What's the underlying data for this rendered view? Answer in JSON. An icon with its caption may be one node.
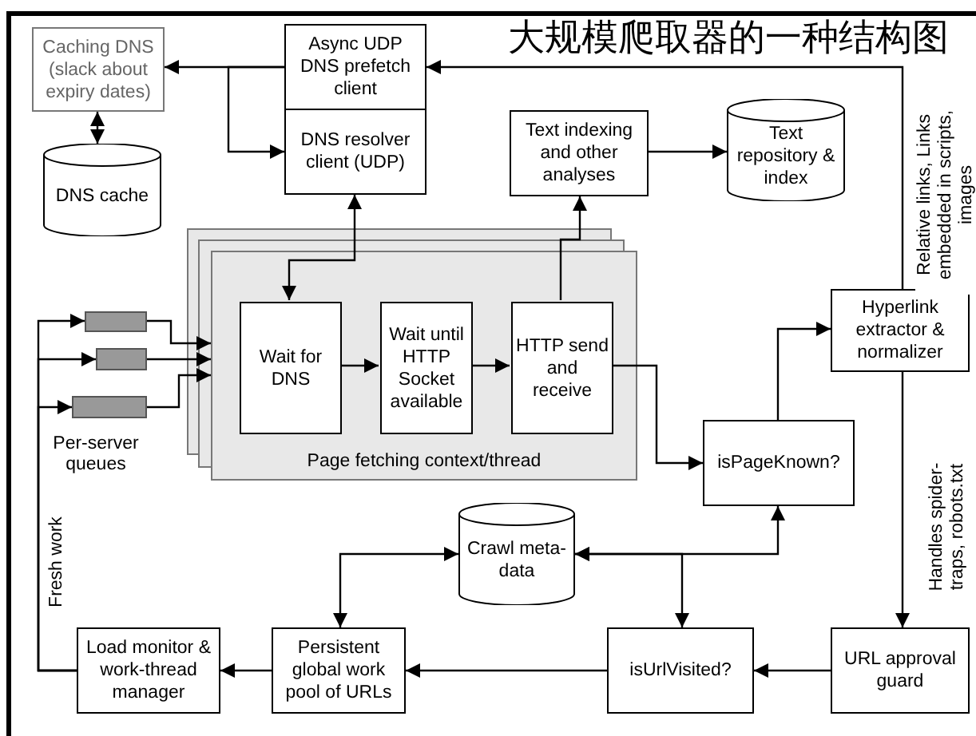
{
  "diagram": {
    "title": "大规模爬取器的一种结构图",
    "nodes": [
      {
        "text": [
          "Caching DNS (slack about expiry dates)"
        ]
      },
      {
        "text": [
          "DNS cache"
        ]
      },
      {
        "text": [
          "Async UDP DNS prefetch client"
        ]
      },
      {
        "text": [
          "DNS resolver client (UDP)"
        ]
      },
      {
        "text": [
          "Page fetching context/thread"
        ]
      },
      {
        "text": [
          "Wait for DNS"
        ],
        "in": 4
      },
      {
        "text": [
          "Wait until HTTP Socket available"
        ],
        "in": 4
      },
      {
        "text": [
          "HTTP send and receive"
        ],
        "in": 4
      },
      {
        "text": [
          "Text indexing and other analyses"
        ]
      },
      {
        "text": [
          "Text repository & index"
        ]
      },
      {
        "text": [],
        "shape": "bar"
      },
      {
        "text": [],
        "shape": "bar"
      },
      {
        "text": [],
        "shape": "bar"
      },
      {
        "text": [
          "isPageKnown?"
        ]
      },
      {
        "text": [
          "Hyperlink extractor & normalizer"
        ]
      },
      {
        "text": [
          "Crawl meta-data"
        ]
      },
      {
        "text": [
          "URL approval guard"
        ]
      },
      {
        "text": [
          "isUrlVisited?"
        ]
      },
      {
        "text": [
          "Persistent global work pool of URLs"
        ]
      },
      {
        "text": [
          "Load monitor & work-thread manager"
        ]
      }
    ],
    "edges": [
      {
        "from": 2,
        "to": 0,
        "arrow": "to"
      },
      {
        "from": 2,
        "to": 3,
        "arrow": "to"
      },
      {
        "from": 0,
        "to": 1,
        "arrow": "both"
      },
      {
        "from": 3,
        "to": 5,
        "arrow": "both"
      },
      {
        "from": 5,
        "to": 6,
        "arrow": "to"
      },
      {
        "from": 6,
        "to": 7,
        "arrow": "to"
      },
      {
        "from": 7,
        "to": 8,
        "arrow": "to"
      },
      {
        "from": 8,
        "to": 9,
        "arrow": "to"
      },
      {
        "from": 7,
        "to": 13,
        "arrow": "to"
      },
      {
        "from": 13,
        "to": 14,
        "arrow": "to"
      },
      {
        "from": 14,
        "to": 2,
        "arrow": "to",
        "label": "Relative links, Links embedded in scripts, images"
      },
      {
        "from": 14,
        "to": 16,
        "arrow": "to",
        "label": "Handles spider-traps, robots.txt"
      },
      {
        "from": 16,
        "to": 17,
        "arrow": "to"
      },
      {
        "from": 15,
        "to": 13,
        "arrow": "both"
      },
      {
        "from": 15,
        "to": 17,
        "arrow": "both"
      },
      {
        "from": 17,
        "to": 18,
        "arrow": "to"
      },
      {
        "from": 18,
        "to": 15,
        "arrow": "both"
      },
      {
        "from": 18,
        "to": 19,
        "arrow": "to"
      },
      {
        "from": 19,
        "to": 10,
        "arrow": "to",
        "label": "Fresh work"
      },
      {
        "from": 19,
        "to": 11,
        "arrow": "to"
      },
      {
        "from": 19,
        "to": 12,
        "arrow": "to"
      },
      {
        "from": 10,
        "to": 4,
        "arrow": "to"
      },
      {
        "from": 11,
        "to": 4,
        "arrow": "to"
      },
      {
        "from": 12,
        "to": 4,
        "arrow": "to"
      }
    ],
    "labels": [
      "Per-server queues"
    ]
  }
}
